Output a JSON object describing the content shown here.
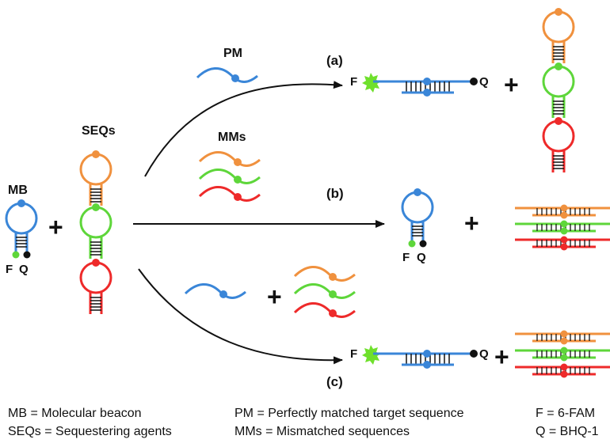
{
  "labels": {
    "mb": "MB",
    "seqs": "SEQs",
    "pm": "PM",
    "mms": "MMs",
    "a": "(a)",
    "b": "(b)",
    "c": "(c)",
    "f": "F",
    "q": "Q",
    "plus": "+"
  },
  "legend": {
    "mb": "MB = Molecular beacon",
    "seqs": "SEQs = Sequestering agents",
    "pm": "PM = Perfectly matched target sequence",
    "mms": "MMs = Mismatched sequences",
    "f": "F = 6-FAM",
    "q": "Q = BHQ-1"
  },
  "colors": {
    "blue": "#3a86d8",
    "orange": "#f0913e",
    "green": "#5ed63a",
    "red": "#ee2a2a",
    "black": "#111111",
    "fluor": "#6fe02c"
  }
}
